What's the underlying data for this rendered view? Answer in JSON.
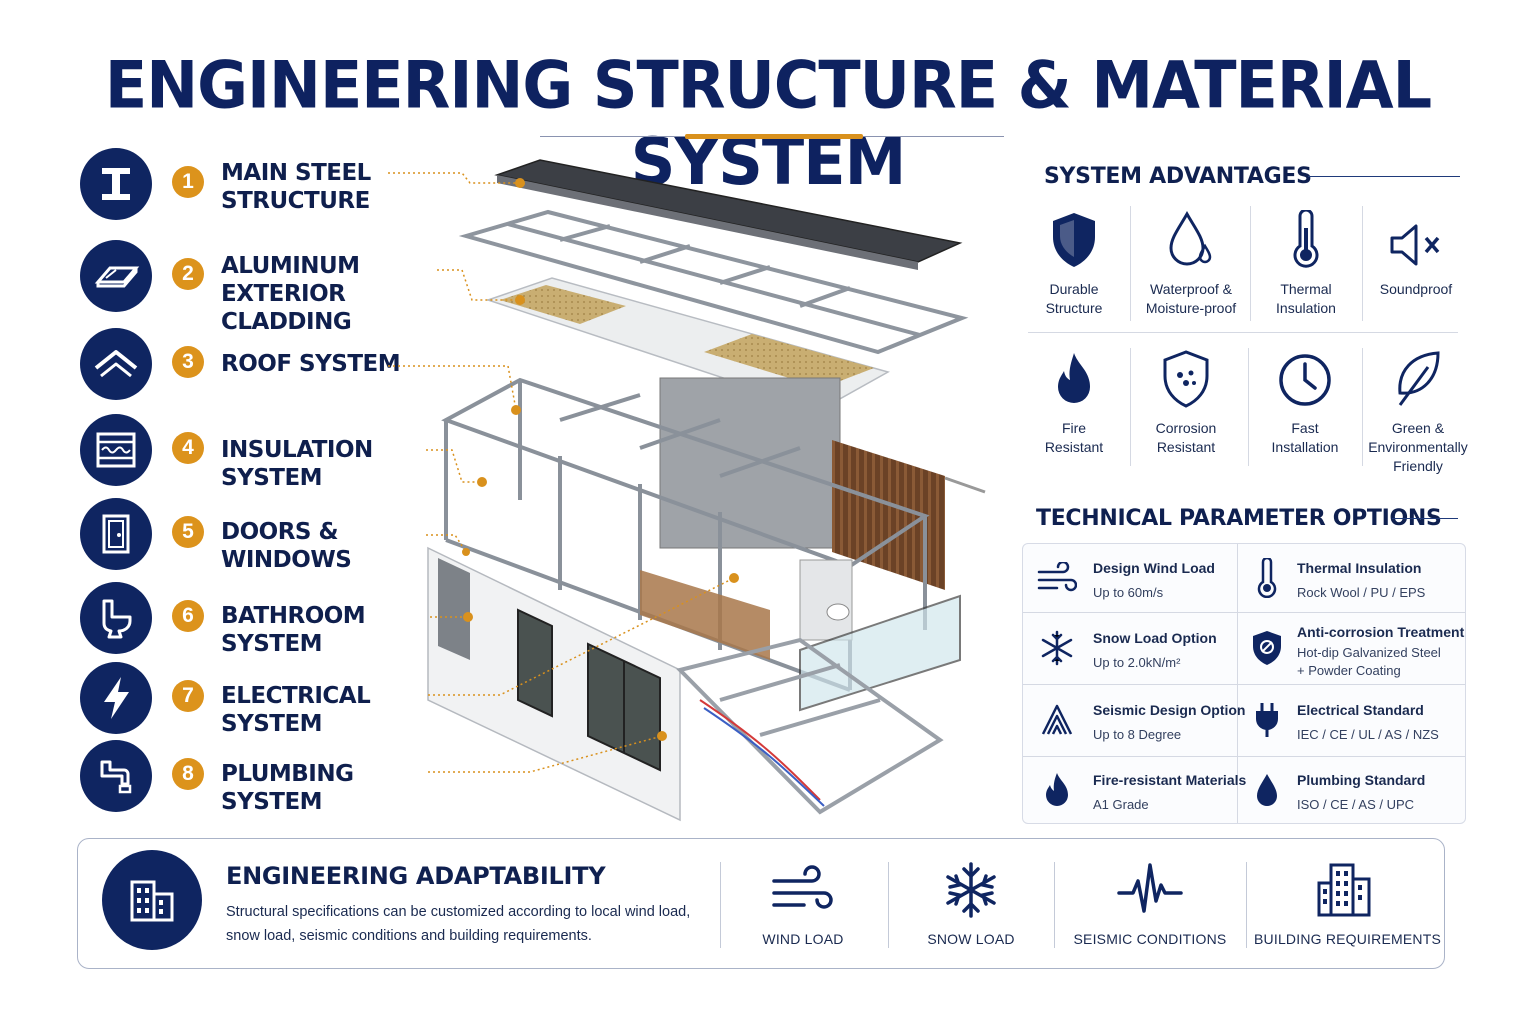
{
  "title": "ENGINEERING STRUCTURE & MATERIAL SYSTEM",
  "components": [
    {
      "num": "1",
      "label": "MAIN STEEL\nSTRUCTURE",
      "icon": "i-beam-icon"
    },
    {
      "num": "2",
      "label": "ALUMINUM EXTERIOR\nCLADDING",
      "icon": "panel-icon"
    },
    {
      "num": "3",
      "label": "ROOF SYSTEM",
      "icon": "roof-icon"
    },
    {
      "num": "4",
      "label": "INSULATION SYSTEM",
      "icon": "insulation-icon"
    },
    {
      "num": "5",
      "label": "DOORS & WINDOWS",
      "icon": "door-icon"
    },
    {
      "num": "6",
      "label": "BATHROOM SYSTEM",
      "icon": "toilet-icon"
    },
    {
      "num": "7",
      "label": "ELECTRICAL SYSTEM",
      "icon": "lightning-icon"
    },
    {
      "num": "8",
      "label": "PLUMBING SYSTEM",
      "icon": "faucet-icon"
    }
  ],
  "advantages": {
    "heading": "SYSTEM ADVANTAGES",
    "items": [
      {
        "label": "Durable\nStructure",
        "icon": "shield-icon"
      },
      {
        "label": "Waterproof &\nMoisture-proof",
        "icon": "water-drop-icon"
      },
      {
        "label": "Thermal\nInsulation",
        "icon": "thermometer-icon"
      },
      {
        "label": "Soundproof",
        "icon": "speaker-mute-icon"
      },
      {
        "label": "Fire\nResistant",
        "icon": "flame-icon"
      },
      {
        "label": "Corrosion\nResistant",
        "icon": "corrosion-shield-icon"
      },
      {
        "label": "Fast\nInstallation",
        "icon": "clock-icon"
      },
      {
        "label": "Green &\nEnvironmentally\nFriendly",
        "icon": "leaf-icon"
      }
    ]
  },
  "parameters": {
    "heading": "TECHNICAL PARAMETER OPTIONS",
    "items": [
      {
        "title": "Design Wind Load",
        "value": "Up to 60m/s",
        "icon": "wind-icon"
      },
      {
        "title": "Thermal Insulation",
        "value": "Rock Wool / PU / EPS",
        "icon": "thermometer-icon"
      },
      {
        "title": "Snow Load Option",
        "value": "Up to 2.0kN/m²",
        "icon": "snowflake-icon"
      },
      {
        "title": "Anti-corrosion Treatment",
        "value": "Hot-dip Galvanized Steel\n+ Powder Coating",
        "icon": "shield-icon"
      },
      {
        "title": "Seismic Design Option",
        "value": "Up to 8 Degree",
        "icon": "seismic-icon"
      },
      {
        "title": "Electrical Standard",
        "value": "IEC / CE / UL / AS / NZS",
        "icon": "plug-icon"
      },
      {
        "title": "Fire-resistant Materials",
        "value": "A1 Grade",
        "icon": "flame-icon"
      },
      {
        "title": "Plumbing Standard",
        "value": "ISO / CE / AS / UPC",
        "icon": "water-drop-icon"
      }
    ]
  },
  "adaptability": {
    "title": "ENGINEERING ADAPTABILITY",
    "description": "Structural specifications can be customized according to local wind load, snow load, seismic conditions and building requirements.",
    "items": [
      {
        "label": "WIND LOAD",
        "icon": "wind-icon"
      },
      {
        "label": "SNOW LOAD",
        "icon": "snowflake-icon"
      },
      {
        "label": "SEISMIC CONDITIONS",
        "icon": "seismic-wave-icon"
      },
      {
        "label": "BUILDING REQUIREMENTS",
        "icon": "building-icon"
      }
    ]
  },
  "colors": {
    "navy": "#0f2561",
    "accent": "#dc931c",
    "text": "#0f1f4d"
  }
}
